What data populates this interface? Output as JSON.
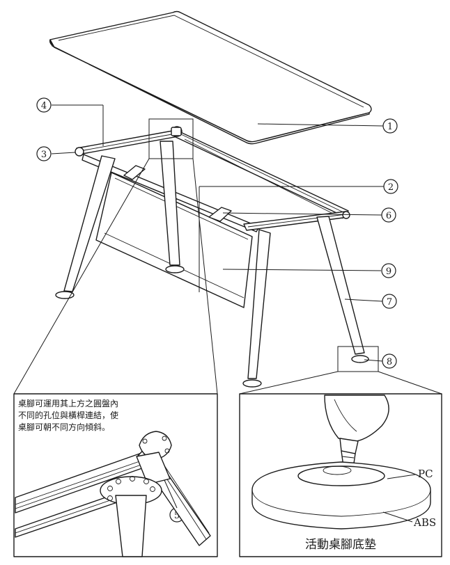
{
  "callouts": [
    "1",
    "2",
    "3",
    "4",
    "5",
    "6",
    "7",
    "8",
    "9"
  ],
  "left_inset": {
    "note_lines": [
      "桌腳可運用其上方之圓盤內",
      "不同的孔位與橫桿連結，使",
      "桌腳可朝不同方向傾斜。"
    ]
  },
  "right_inset": {
    "label_pc": "PC",
    "label_abs": "ABS",
    "caption": "活動桌腳底墊"
  }
}
